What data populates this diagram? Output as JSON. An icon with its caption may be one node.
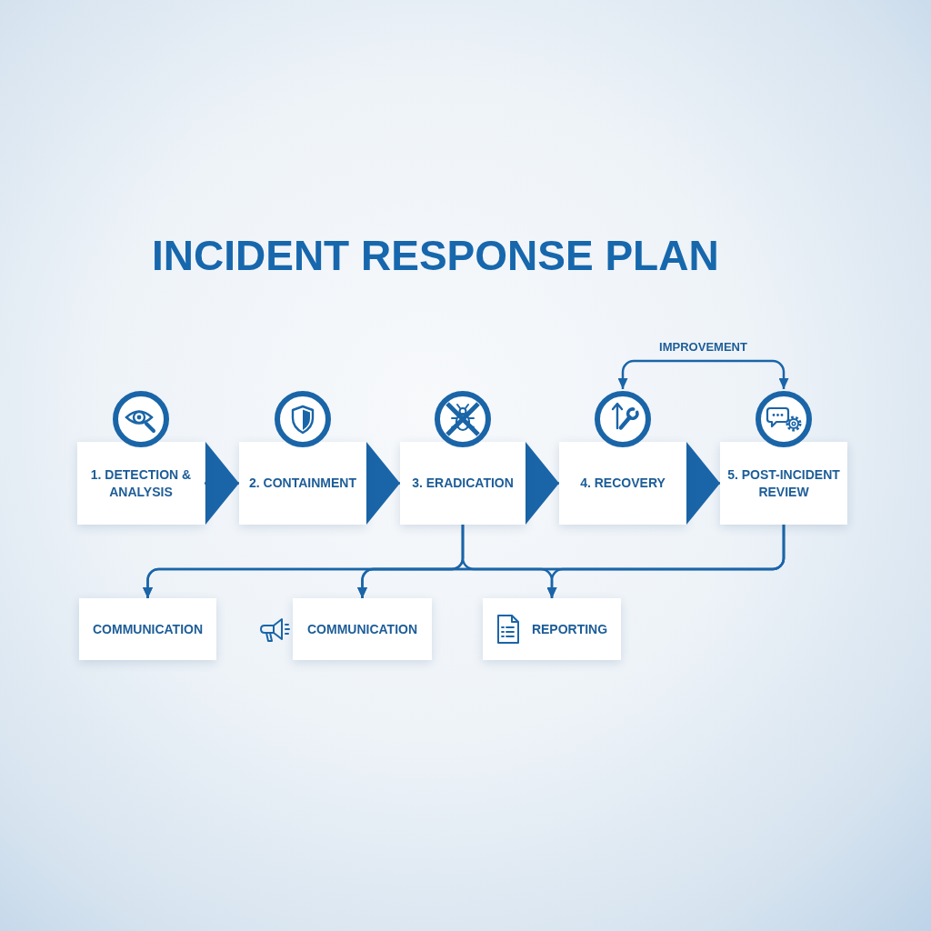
{
  "diagram": {
    "title": "INCIDENT RESPONSE PLAN",
    "nodes": [
      {
        "text": [
          "1. DETECTION & ANALYSIS"
        ]
      },
      {
        "text": [
          "2. CONTAINMENT"
        ]
      },
      {
        "text": [
          "3. ERADICATION"
        ]
      },
      {
        "text": [
          "4. RECOVERY"
        ]
      },
      {
        "text": [
          "5. POST-INCIDENT REVIEW"
        ]
      },
      {
        "text": [
          "COMMUNICATION"
        ]
      },
      {
        "text": [
          "COMMUNICATION"
        ]
      },
      {
        "text": [
          "REPORTING"
        ]
      }
    ],
    "edges": [
      {
        "from": 0,
        "to": 1,
        "arrow": "to"
      },
      {
        "from": 1,
        "to": 2,
        "arrow": "to"
      },
      {
        "from": 2,
        "to": 3,
        "arrow": "to"
      },
      {
        "from": 3,
        "to": 4,
        "arrow": "to"
      },
      {
        "from": 3,
        "to": 4,
        "arrow": "both",
        "label": "IMPROVEMENT"
      },
      {
        "from": 2,
        "to": 5,
        "arrow": "to"
      },
      {
        "from": 2,
        "to": 6,
        "arrow": "to"
      },
      {
        "from": 2,
        "to": 7,
        "arrow": "to"
      },
      {
        "from": 4,
        "to": 5,
        "arrow": "to"
      },
      {
        "from": 4,
        "to": 6,
        "arrow": "to"
      },
      {
        "from": 4,
        "to": 7,
        "arrow": "to"
      }
    ]
  }
}
